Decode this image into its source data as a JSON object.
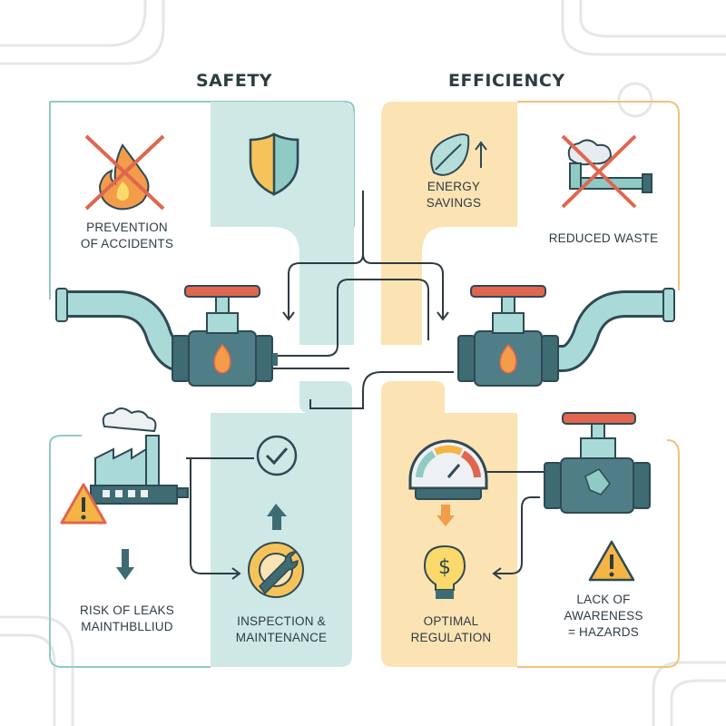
{
  "headings": {
    "left": "SAFETY",
    "right": "EFFICIENCY"
  },
  "labels": {
    "prevention": [
      "PREVENTION",
      "OF ACCIDENTS"
    ],
    "energy": [
      "ENERGY",
      "SAVINGS"
    ],
    "waste": [
      "REDUCED WASTE"
    ],
    "leaks": [
      "RISK OF LEAKS",
      "MAINTHBLLIUD"
    ],
    "inspection": [
      "INSPECTION &",
      "MAINTENANCE"
    ],
    "regulation": [
      "OPTIMAL",
      "REGULATION"
    ],
    "awareness": [
      "LACK OF",
      "AWARENESS",
      "= HAZARDS"
    ]
  },
  "colors": {
    "teal_panel": "#cde8e5",
    "orange_panel": "#fbe3b3",
    "outline": "#2e4a55",
    "valve_body": "#3f6b73",
    "valve_handle": "#e0664f",
    "pipe": "#a9dad7",
    "warning": "#f4b544"
  },
  "icons": [
    "no-fire-icon",
    "shield-icon",
    "leaf-energy-icon",
    "no-waste-pipe-icon",
    "valve-icon",
    "factory-icon",
    "warning-icon",
    "arrow-down-icon",
    "check-icon",
    "arrow-up-icon",
    "gear-wrench-icon",
    "gauge-icon",
    "lightbulb-dollar-icon",
    "broken-valve-icon"
  ]
}
